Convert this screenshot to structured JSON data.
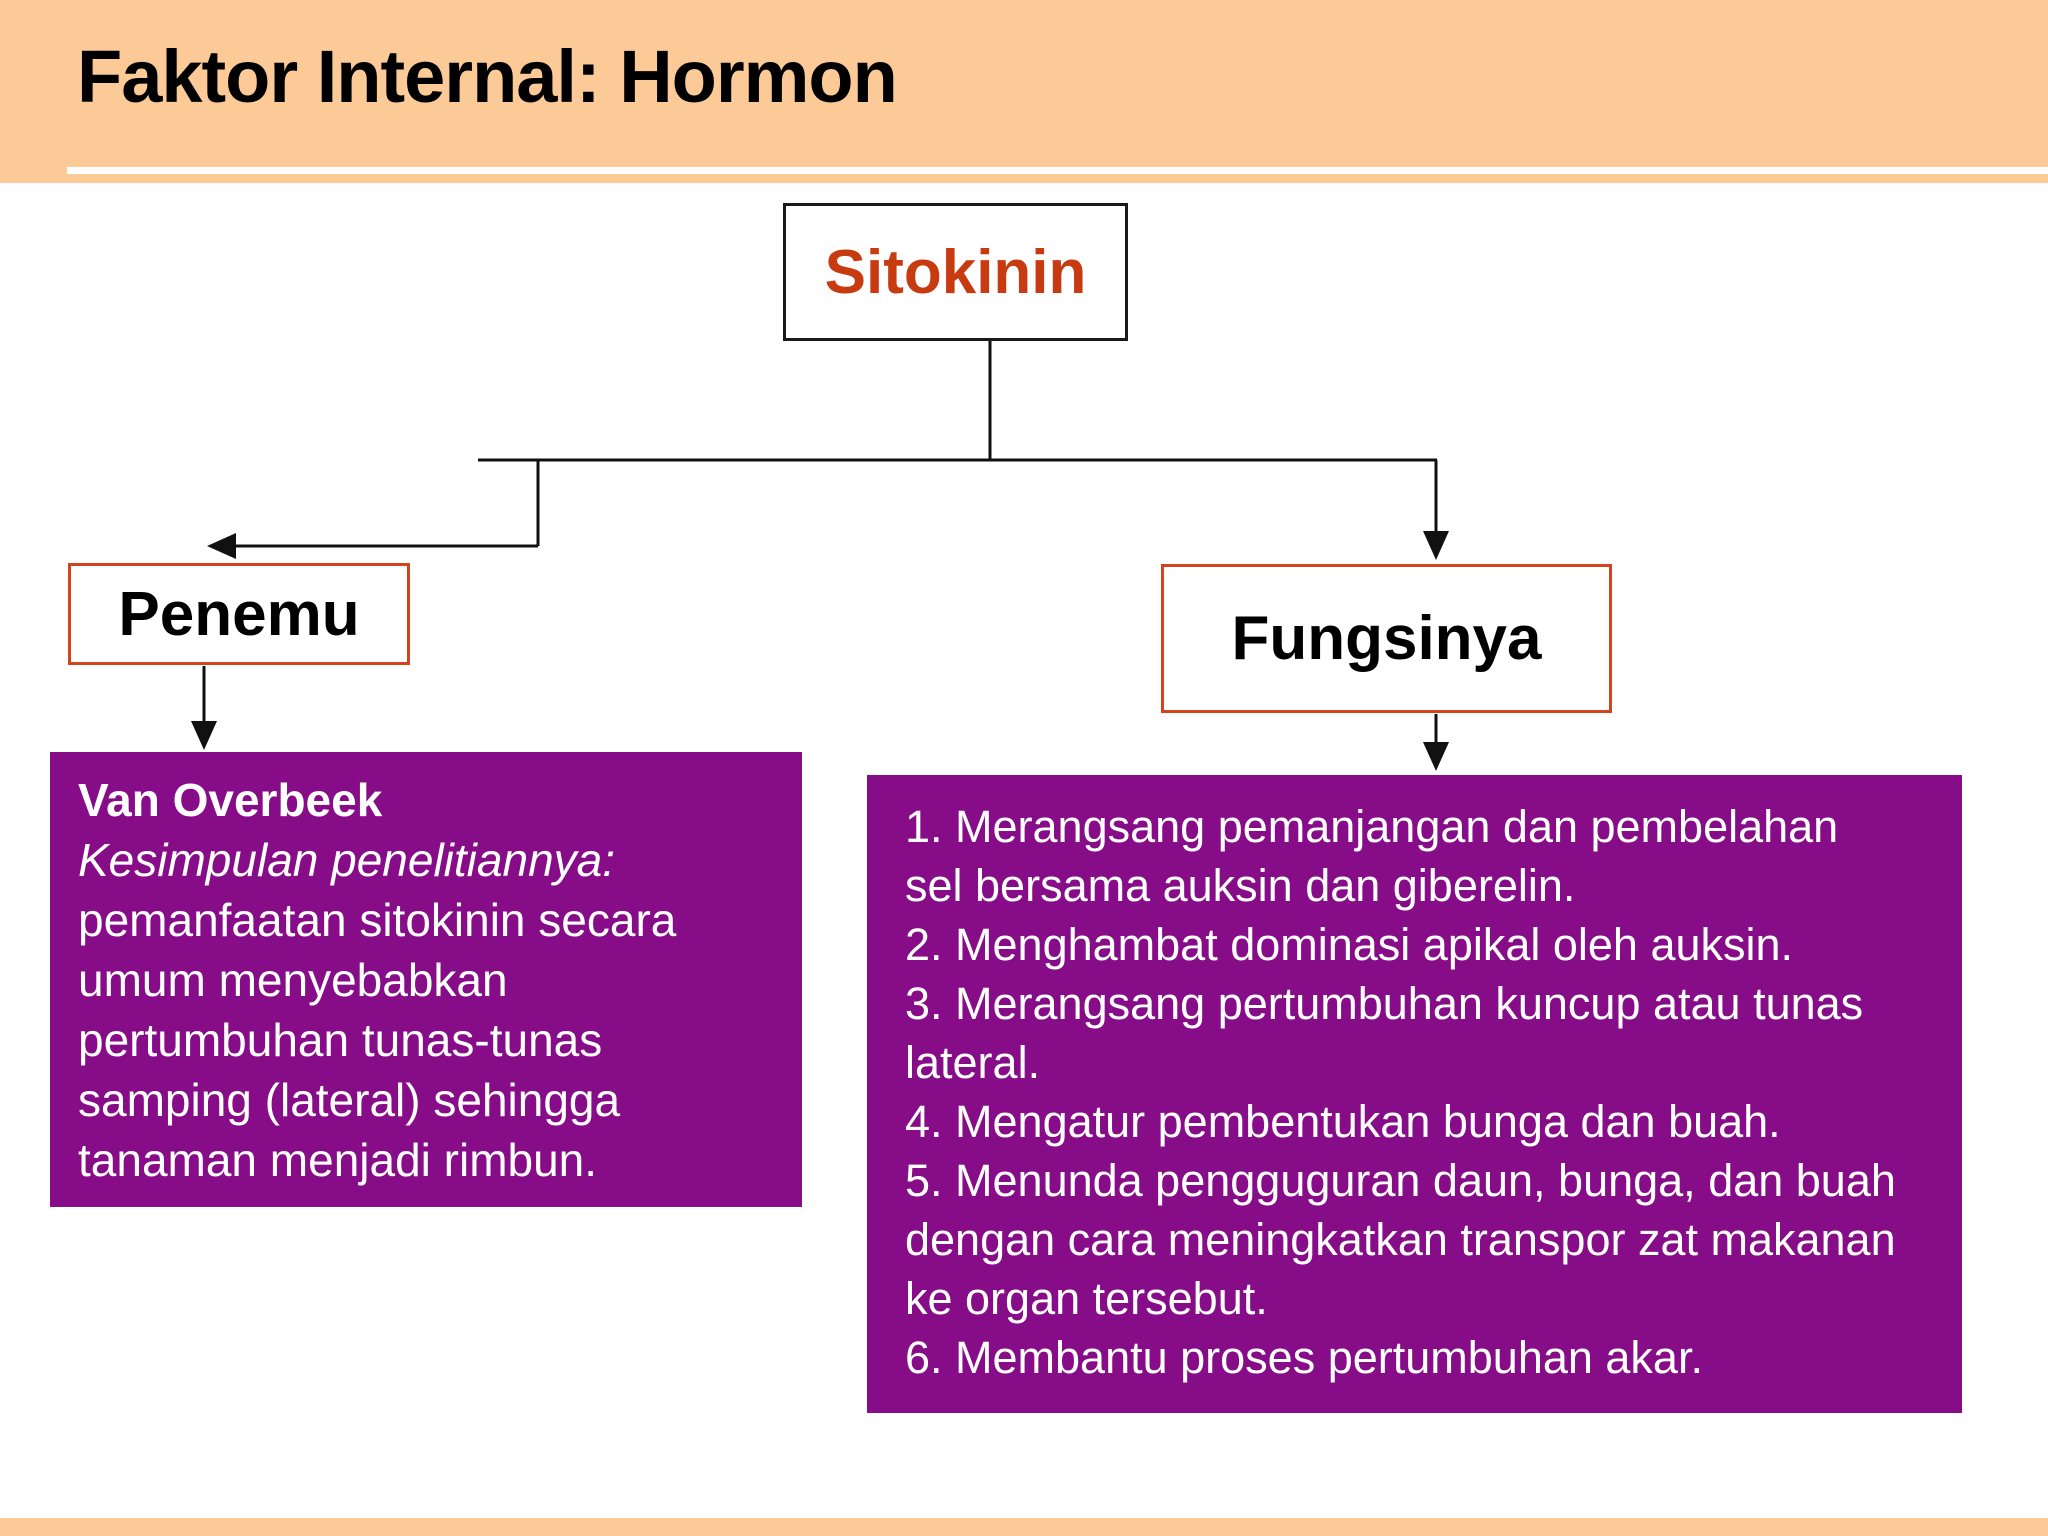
{
  "header": {
    "title": "Faktor Internal: Hormon"
  },
  "diagram": {
    "root": {
      "label": "Sitokinin"
    },
    "branches": [
      {
        "label": "Penemu"
      },
      {
        "label": "Fungsinya"
      }
    ],
    "discoverer": {
      "name": "Van Overbeek",
      "conclusion_label": "Kesimpulan penelitiannya:",
      "conclusion_text": "pemanfaatan sitokinin secara umum menyebabkan pertumbuhan tunas-tunas samping (lateral) sehingga tanaman menjadi rimbun."
    },
    "functions": {
      "items": [
        "1. Merangsang pemanjangan dan pembelahan sel bersama auksin dan giberelin.",
        "2. Menghambat dominasi apikal oleh auksin.",
        "3. Merangsang pertumbuhan kuncup atau tunas lateral.",
        "4. Mengatur pembentukan bunga dan buah.",
        "5. Menunda pengguguran daun, bunga, dan buah dengan cara meningkatkan transpor zat makanan ke organ tersebut.",
        "6. Membantu proses pertumbuhan akar."
      ]
    }
  },
  "colors": {
    "header_bg": "#FBCA97",
    "footer_bg": "#FBCA97",
    "detail_box_bg": "#870D88",
    "detail_text": "#FFFFFF",
    "branch_border": "#D3441C",
    "root_label_text": "#C83A10",
    "title_text": "#000000",
    "connector": "#111111"
  }
}
